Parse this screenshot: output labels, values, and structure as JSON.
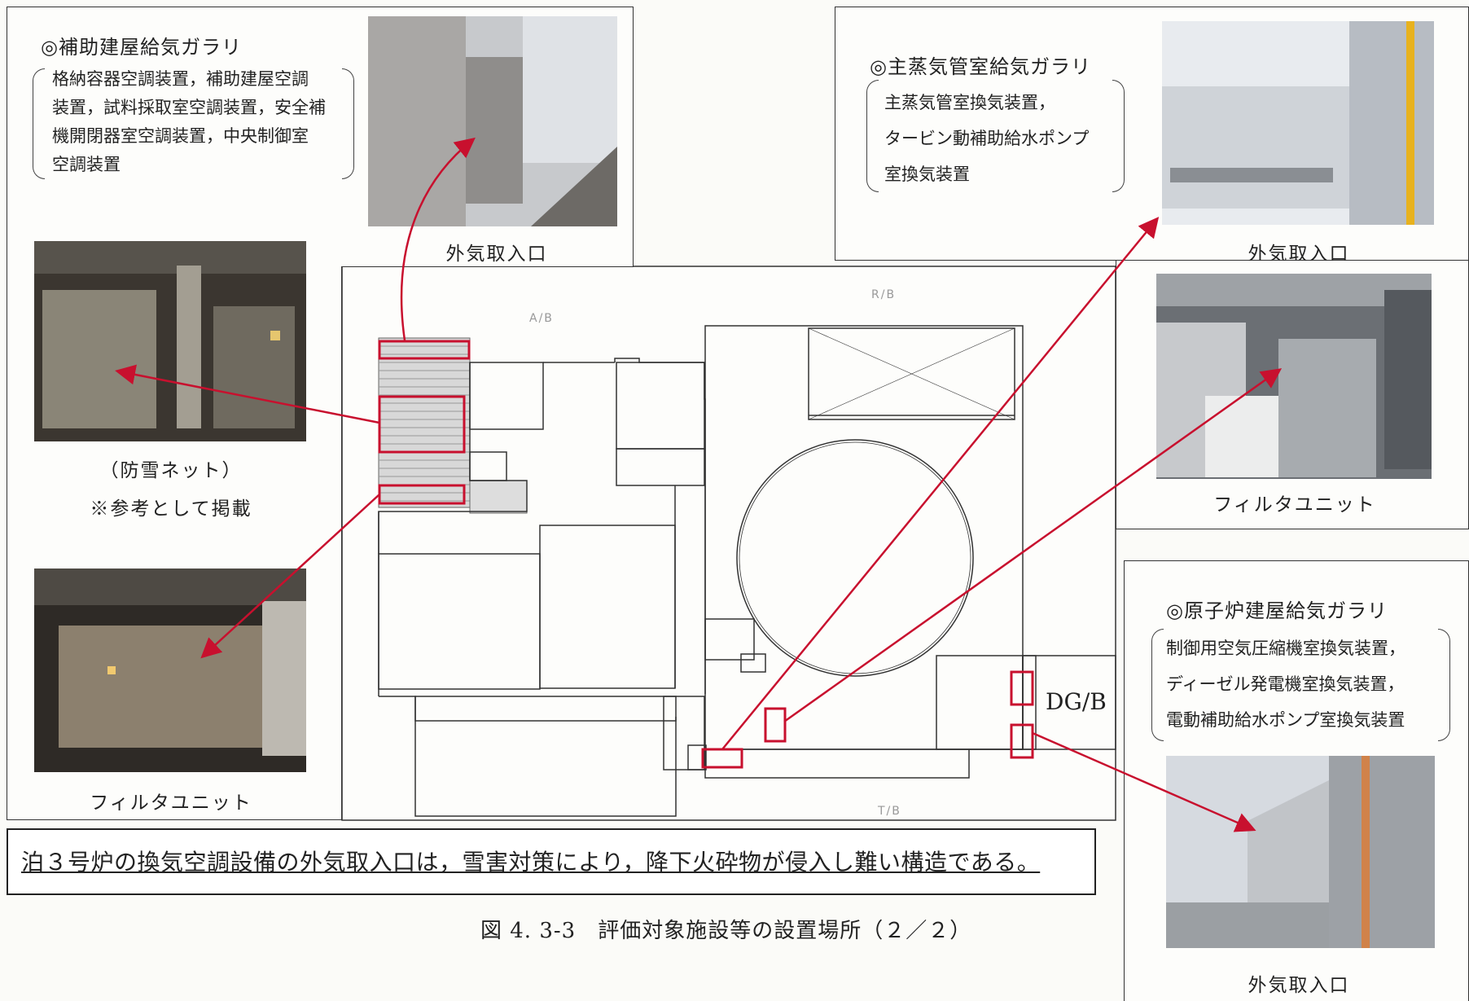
{
  "aux_gallery": {
    "title": "◎補助建屋給気ガラリ",
    "lines": [
      "格納容器空調装置，補助建屋空調",
      "装置，試料採取室空調装置，安全補",
      "機開閉器室空調装置，中央制御室",
      "空調装置"
    ],
    "intake_caption": "外気取入口",
    "snow_net_caption": "（防雪ネット）",
    "reference_note": "※参考として掲載",
    "filter_caption": "フィルタユニット"
  },
  "steam_gallery": {
    "title": "◎主蒸気管室給気ガラリ",
    "lines": [
      "主蒸気管室換気装置，",
      "タービン動補助給水ポンプ",
      "室換気装置"
    ],
    "intake_caption": "外気取入口",
    "filter_caption": "フィルタユニット"
  },
  "reactor_gallery": {
    "title": "◎原子炉建屋給気ガラリ",
    "lines": [
      "制御用空気圧縮機室換気装置，",
      "ディーゼル発電機室換気装置，",
      "電動補助給水ポンプ室換気装置"
    ],
    "intake_caption": "外気取入口"
  },
  "plan": {
    "labels": {
      "ab": "A/B",
      "rb": "R/B",
      "tb": "T/B",
      "dgb": "DG/B"
    }
  },
  "statement": "泊３号炉の換気空調設備の外気取入口は，雪害対策により，降下火砕物が侵入し難い構造である。",
  "figure_caption": "図 4. 3-3　評価対象施設等の設置場所（２／２）",
  "colors": {
    "highlight": "#c8102e",
    "line": "#333333"
  }
}
